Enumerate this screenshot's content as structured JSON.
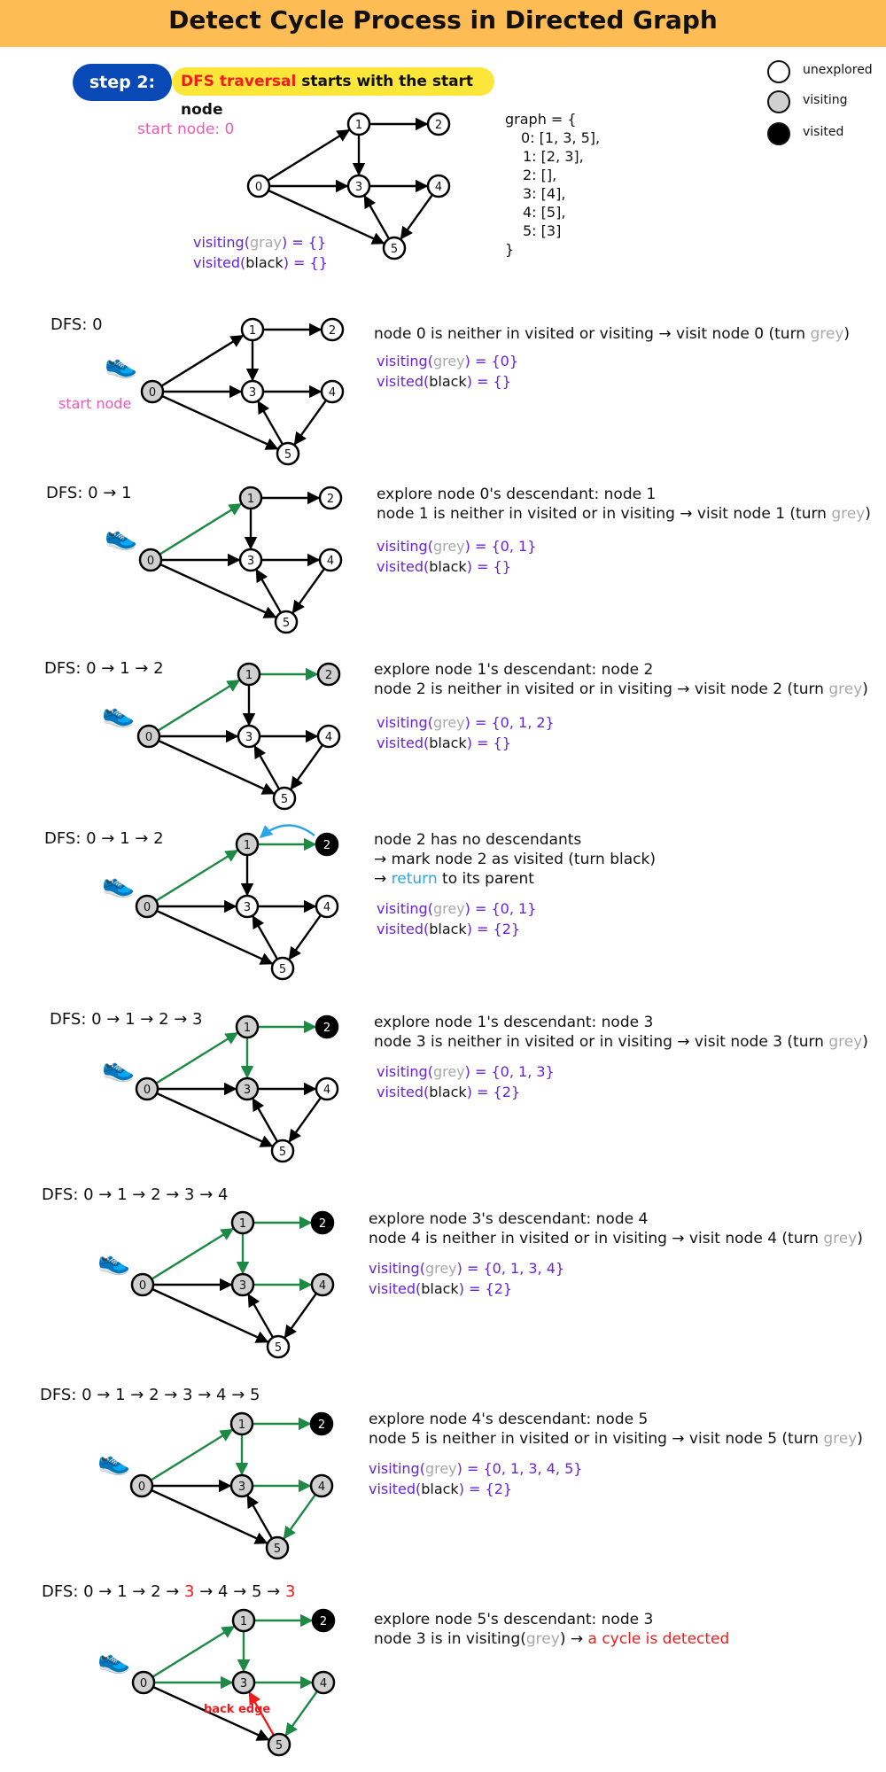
{
  "title": "Detect Cycle Process in Directed Graph",
  "step": {
    "badge": "step 2:",
    "banner_red": "DFS traversal",
    "banner_rest": " starts with the start node"
  },
  "legend": [
    {
      "label": "unexplored",
      "color": "#ffffff"
    },
    {
      "label": "visiting",
      "color": "#d0d0d0"
    },
    {
      "label": "visited",
      "color": "#000000"
    }
  ],
  "intro": {
    "start_node": "start node: 0",
    "visiting_pre": "visiting(",
    "visiting_grey": "gray",
    "visiting_post": ") = {}",
    "visited_pre": "visited(",
    "visited_black": "black",
    "visited_post": ") = {}"
  },
  "graph_code": [
    "graph = {",
    "0: [1, 3, 5],",
    "1: [2, 3],",
    "2: [],",
    "3: [4],",
    "4: [5],",
    "5: [3]",
    "}"
  ],
  "node_labels": [
    "0",
    "1",
    "2",
    "3",
    "4",
    "5"
  ],
  "edge_list": [
    [
      0,
      1
    ],
    [
      0,
      3
    ],
    [
      0,
      5
    ],
    [
      1,
      2
    ],
    [
      1,
      3
    ],
    [
      3,
      4
    ],
    [
      4,
      5
    ],
    [
      5,
      3
    ]
  ],
  "colors": {
    "white": "#ffffff",
    "grey": "#d0d0d0",
    "black": "#000000",
    "green": "#1c8a45",
    "red": "#ef1d1d",
    "blue": "#2aa6e8",
    "purple": "#6524d6"
  },
  "shoe_icon": "sneaker-icon",
  "start_node_label": "start node",
  "back_edge_label": "back edge",
  "steps": [
    {
      "dfs": "DFS: 0",
      "line1": "node 0 is neither in visited or visiting →  visit node 0 (turn ",
      "line1_grey": "grey",
      "line1_end": ")",
      "line2": "",
      "visiting_set": "{0}",
      "visited_set": "{}",
      "states": [
        "grey",
        "white",
        "white",
        "white",
        "white",
        "white"
      ],
      "green_edges": []
    },
    {
      "dfs": "DFS: 0 → 1",
      "line1": "explore  node 0's descendant: node 1",
      "line2": "node 1 is neither in visited or in visiting → visit node 1 (turn ",
      "line2_grey": "grey",
      "line2_end": ")",
      "visiting_set": "{0, 1}",
      "visited_set": "{}",
      "states": [
        "grey",
        "grey",
        "white",
        "white",
        "white",
        "white"
      ],
      "green_edges": [
        [
          0,
          1
        ]
      ]
    },
    {
      "dfs": "DFS: 0 → 1 → 2",
      "line1": "explore  node 1's descendant: node 2",
      "line2": "node 2 is neither in visited or in visiting → visit node 2 (turn ",
      "line2_grey": "grey",
      "line2_end": ")",
      "visiting_set": "{0, 1, 2}",
      "visited_set": "{}",
      "states": [
        "grey",
        "grey",
        "grey",
        "white",
        "white",
        "white"
      ],
      "green_edges": [
        [
          0,
          1
        ],
        [
          1,
          2
        ]
      ]
    },
    {
      "dfs": "DFS: 0 → 1 → 2",
      "line1": "node 2 has no descendants",
      "line2": "→ mark node 2 as visited (turn black)",
      "line3_pre": "→ ",
      "line3_blue": "return",
      "line3_post": " to its parent",
      "visiting_set": "{0, 1}",
      "visited_set": "{2}",
      "states": [
        "grey",
        "grey",
        "black",
        "white",
        "white",
        "white"
      ],
      "green_edges": [
        [
          0,
          1
        ],
        [
          1,
          2
        ]
      ]
    },
    {
      "dfs": "DFS: 0 → 1 → 2 → 3",
      "line1": "explore node 1's descendant: node 3",
      "line2": "node 3 is neither in visited or in visiting → visit node 3 (turn ",
      "line2_grey": "grey",
      "line2_end": ")",
      "visiting_set": "{0, 1, 3}",
      "visited_set": "{2}",
      "states": [
        "grey",
        "grey",
        "black",
        "grey",
        "white",
        "white"
      ],
      "green_edges": [
        [
          0,
          1
        ],
        [
          1,
          2
        ],
        [
          1,
          3
        ]
      ]
    },
    {
      "dfs": "DFS: 0 → 1 → 2 → 3 → 4",
      "line1": "explore node 3's descendant: node 4",
      "line2": "node 4 is neither in visited or in visiting → visit node 4 (turn ",
      "line2_grey": "grey",
      "line2_end": ")",
      "visiting_set": "{0, 1, 3, 4}",
      "visited_set": "{2}",
      "states": [
        "grey",
        "grey",
        "black",
        "grey",
        "grey",
        "white"
      ],
      "green_edges": [
        [
          0,
          1
        ],
        [
          1,
          2
        ],
        [
          1,
          3
        ],
        [
          3,
          4
        ]
      ]
    },
    {
      "dfs": "DFS: 0 → 1 → 2 → 3 → 4 → 5",
      "line1": "explore node 4's descendant: node 5",
      "line2": "node 5 is neither in visited or in visiting → visit node 5 (turn ",
      "line2_grey": "grey",
      "line2_end": ")",
      "visiting_set": "{0, 1, 3, 4, 5}",
      "visited_set": "{2}",
      "states": [
        "grey",
        "grey",
        "black",
        "grey",
        "grey",
        "grey"
      ],
      "green_edges": [
        [
          0,
          1
        ],
        [
          1,
          2
        ],
        [
          1,
          3
        ],
        [
          3,
          4
        ],
        [
          4,
          5
        ]
      ]
    },
    {
      "dfs_pre": "DFS: 0 → 1 → 2 → ",
      "dfs_red1": "3",
      "dfs_mid": " → 4 → 5 → ",
      "dfs_red2": "3",
      "line1": "explore node 5's descendant: node 3",
      "line2_pre": "node 3 is in visiting(",
      "line2_grey": "grey",
      "line2_mid": ") → ",
      "line2_red": "a cycle is detected",
      "states": [
        "grey",
        "grey",
        "black",
        "grey",
        "grey",
        "grey"
      ],
      "green_edges": [
        [
          0,
          1
        ],
        [
          0,
          3
        ],
        [
          1,
          2
        ],
        [
          1,
          3
        ],
        [
          3,
          4
        ],
        [
          4,
          5
        ]
      ],
      "red_edges": [
        [
          5,
          3
        ]
      ]
    }
  ]
}
